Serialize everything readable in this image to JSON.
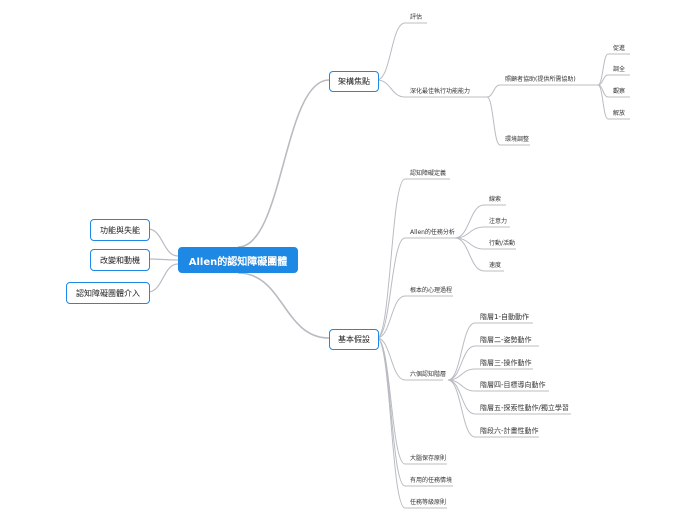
{
  "root": {
    "label": "Allen的認知障礙團體"
  },
  "left_topics": [
    {
      "label": "功能與失能"
    },
    {
      "label": "改變和動機"
    },
    {
      "label": "認知障礙團體介入"
    }
  ],
  "right_topics": [
    {
      "label": "架構焦點",
      "children": [
        {
          "label": "評估"
        },
        {
          "label": "深化最佳執行功能能力",
          "children": [
            {
              "label": "照顧者協助(提供所需協助)",
              "children": [
                {
                  "label": "促進"
                },
                {
                  "label": "調全"
                },
                {
                  "label": "觀察"
                },
                {
                  "label": "解放"
                }
              ]
            },
            {
              "label": "環境調整"
            }
          ]
        }
      ]
    },
    {
      "label": "基本假設",
      "children": [
        {
          "label": "認知障礙定義"
        },
        {
          "label": "Allen的任務分析",
          "children": [
            {
              "label": "線索"
            },
            {
              "label": "注意力"
            },
            {
              "label": "行動/活動"
            },
            {
              "label": "速度"
            }
          ]
        },
        {
          "label": "根本的心理過程"
        },
        {
          "label": "六個認知階層",
          "children": [
            {
              "label": "階層1-自動動作"
            },
            {
              "label": "階層二-姿勢動作"
            },
            {
              "label": "階層三-操作動作"
            },
            {
              "label": "階層四-目標導向動作"
            },
            {
              "label": "階層五-探索性動作/獨立學習"
            },
            {
              "label": "階段六-計畫性動作"
            }
          ]
        },
        {
          "label": "大腦保存原則"
        },
        {
          "label": "有用的任務情境"
        },
        {
          "label": "任務等級原則"
        }
      ]
    }
  ],
  "colors": {
    "accent": "#1e88e5",
    "line": "#b8bcc2",
    "text": "#222222"
  }
}
